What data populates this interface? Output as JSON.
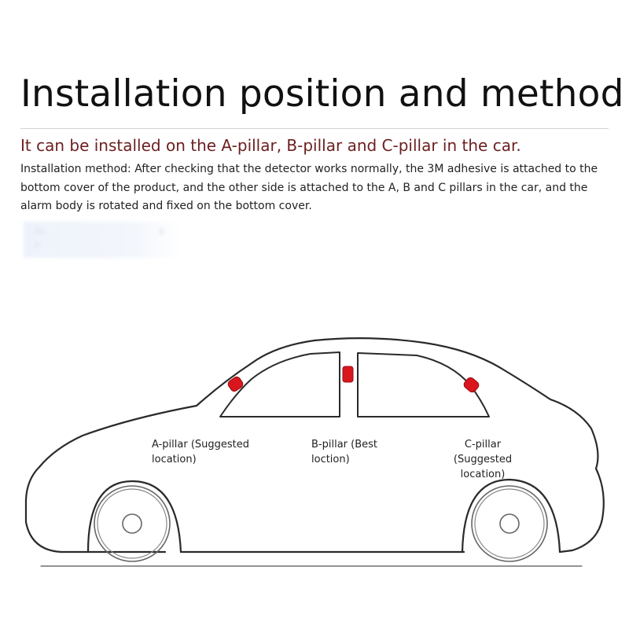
{
  "title": "Installation position and method",
  "subtitle": "It can be installed on the A-pillar, B-pillar and C-pillar in the car.",
  "method": "Installation method: After checking that the detector works normally, the 3M adhesive is attached to the bottom cover of the product, and the other side is attached to the A, B and C pillars in the car, and the alarm body is rotated and fixed on the bottom cover.",
  "labels": {
    "a_pillar": [
      "A-pillar (Suggested",
      "location)"
    ],
    "b_pillar": [
      "B-pillar (Best",
      "loction)"
    ],
    "c_pillar": [
      "C-pillar",
      "(Suggested location)"
    ]
  },
  "colors": {
    "subtitle": "#6b1f1f",
    "detector": "#d9161d",
    "outline": "#2a2a2a"
  },
  "icons": [
    "car-outline-diagram",
    "detector-marker"
  ]
}
